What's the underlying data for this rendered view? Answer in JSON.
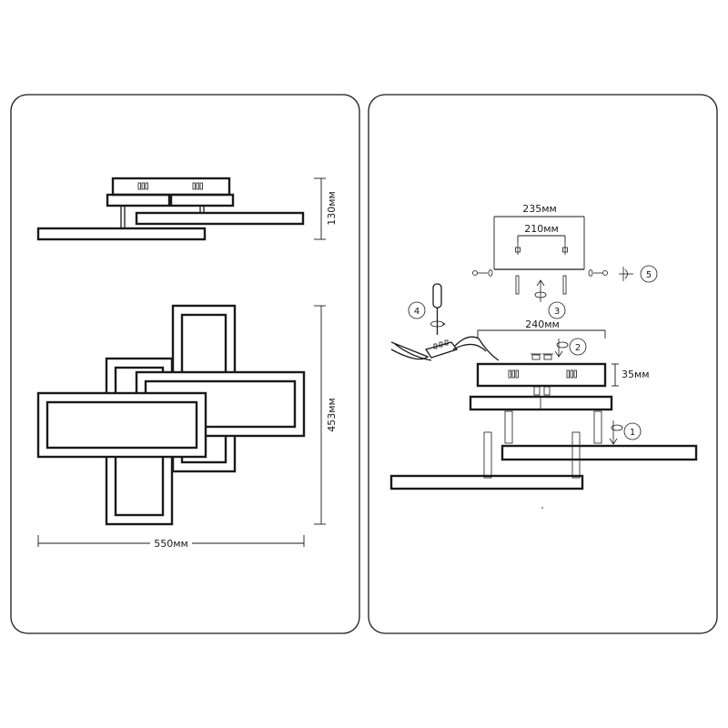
{
  "left_panel": {
    "dim_height_side": "130мм",
    "dim_height_top": "453мм",
    "dim_width": "550мм"
  },
  "right_panel": {
    "dim_bracket_width": "235мм",
    "dim_screw_spacing": "210мм",
    "dim_base_width": "240мм",
    "dim_base_height": "35мм",
    "steps": [
      "1",
      "2",
      "3",
      "4",
      "5"
    ]
  }
}
